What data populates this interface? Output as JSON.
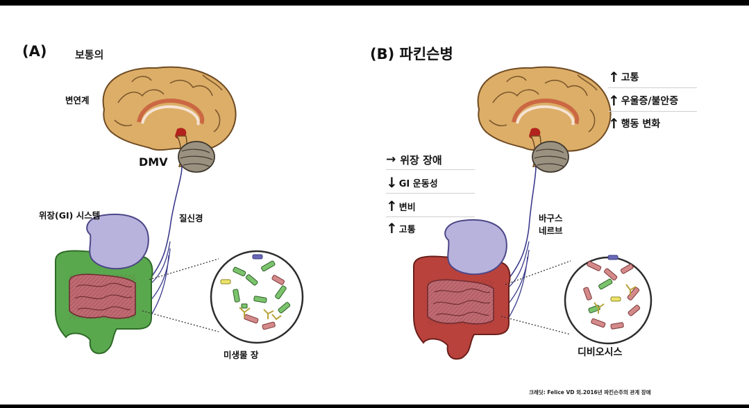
{
  "panel_a": {
    "title": "(A)",
    "subtitle": "보통의",
    "labels": {
      "limbic": "변연계",
      "dmv": "DMV",
      "vagus": "질신경",
      "gi_system": "위장(GI) 시스템",
      "microbiome": "미생물 장"
    }
  },
  "panel_b": {
    "title": "(B) 파킨슨병",
    "labels": {
      "vagus_line1": "바구스",
      "vagus_line2": "네르브",
      "dysbiosis": "디비오시스"
    },
    "brain_effects": [
      {
        "arrow": "↑",
        "text": "고통"
      },
      {
        "arrow": "↑",
        "text": "우울증/불안증"
      },
      {
        "arrow": "↑",
        "text": "행동 변화"
      }
    ],
    "gut_effects": [
      {
        "arrow": "→",
        "text": "위장 장애"
      },
      {
        "arrow": "↓",
        "text": "GI 운동성"
      },
      {
        "arrow": "↑",
        "text": "변비"
      },
      {
        "arrow": "↑",
        "text": "고통"
      }
    ]
  },
  "credit": "크레딧: Felice VD 외.2016년 파킨슨주의 관계 장애",
  "colors": {
    "brain": "#dcae68",
    "limbic": "#c0392b",
    "cerebellum": "#9b9181",
    "stomach": "#b8b3dd",
    "colon_normal": "#5aa84e",
    "colon_pd": "#b9423c",
    "small_intestine": "#c06a72",
    "nerve": "#3a3a8c"
  }
}
